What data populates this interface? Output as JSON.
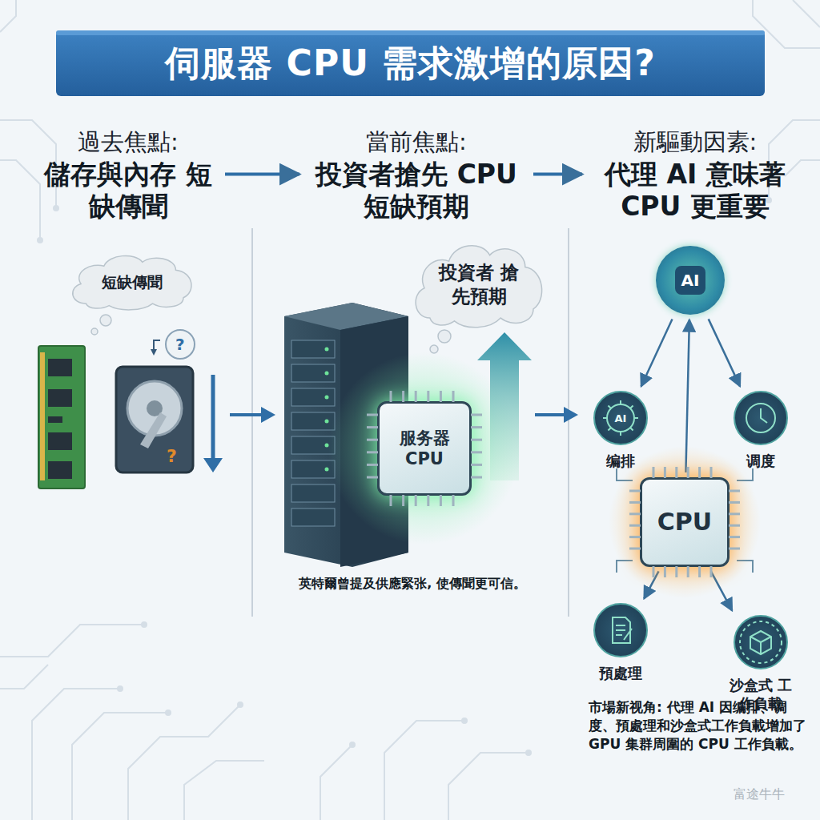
{
  "diagram": {
    "title": "伺服器 CPU 需求激增的原因?",
    "nodes": [
      {
        "text": [
          "過去焦點:",
          "儲存與內存 短缺傳聞"
        ]
      },
      {
        "text": [
          "當前焦點:",
          "投資者搶先 CPU 短缺預期"
        ]
      },
      {
        "text": [
          "新驅動因素:",
          "代理 AI 意味著 CPU 更重要"
        ]
      },
      {
        "text": [
          "短缺傳聞"
        ]
      },
      {
        "text": [
          "投資者 搶先預期"
        ]
      },
      {
        "text": [
          "服务器 CPU"
        ]
      },
      {
        "text": [
          "AI"
        ]
      },
      {
        "text": [
          "AI",
          "编排"
        ]
      },
      {
        "text": [
          "调度"
        ]
      },
      {
        "text": [
          "CPU"
        ]
      },
      {
        "text": [
          "預處理"
        ]
      },
      {
        "text": [
          "沙盒式 工作負載"
        ]
      }
    ],
    "edges": [
      {
        "from": 0,
        "to": 1,
        "arrow": "to"
      },
      {
        "from": 1,
        "to": 2,
        "arrow": "to"
      },
      {
        "from": 6,
        "to": 7,
        "arrow": "to"
      },
      {
        "from": 6,
        "to": 8,
        "arrow": "to"
      },
      {
        "from": 9,
        "to": 6,
        "arrow": "to"
      },
      {
        "from": 9,
        "to": 10,
        "arrow": "to"
      },
      {
        "from": 9,
        "to": 11,
        "arrow": "to"
      }
    ],
    "labels": [
      "英特爾曾提及供應緊张, 使傳聞更可信。",
      "市場新视角: 代理 AI 因编排、调度、預處理和沙盒式工作負載增加了 GPU 集群周圍的 CPU 工作負載。",
      "?",
      "?",
      "富途牛牛"
    ]
  }
}
